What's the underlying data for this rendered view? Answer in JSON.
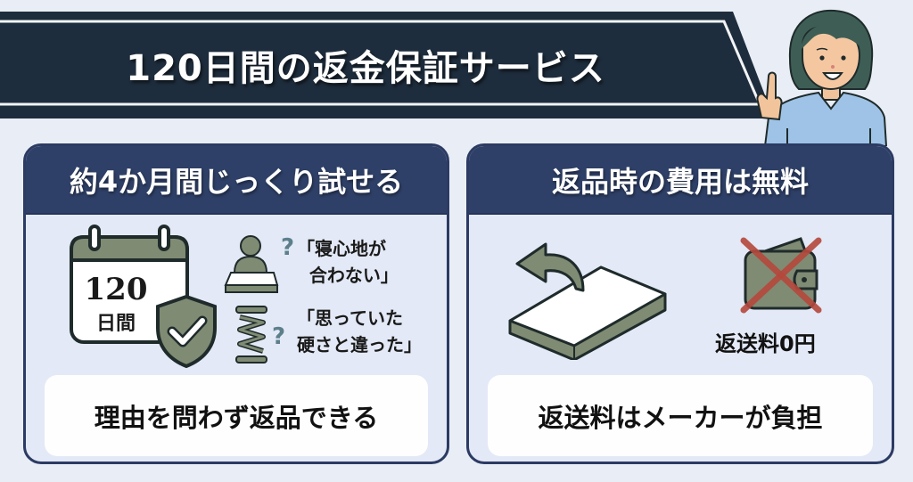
{
  "banner": {
    "title": "120日間の返金保証サービス",
    "colors": {
      "band": "#1e2d3d",
      "line": "#ffffff",
      "text": "#ffffff"
    }
  },
  "character": {
    "icon": "woman-pointing-up-icon",
    "shirt_color": "#9ec3e6",
    "hair_color": "#3e5e55"
  },
  "panels": [
    {
      "header": "約4か月間じっくり試せる",
      "calendar": {
        "icon": "calendar-icon",
        "number": "120",
        "unit": "日間"
      },
      "shield_icon": "shield-check-icon",
      "reasons": [
        {
          "icon": "person-on-mattress-question-icon",
          "text": "「寝心地が\n  合わない」"
        },
        {
          "icon": "spring-question-icon",
          "text": "「思っていた\n硬さと違った」"
        }
      ],
      "note": "理由を問わず返品できる"
    },
    {
      "header": "返品時の費用は無料",
      "return_icon": "mattress-return-arrow-icon",
      "wallet_icon": "wallet-crossed-out-icon",
      "free_label": "返送料0円",
      "note": "返送料はメーカーが負担"
    }
  ],
  "colors": {
    "background": "#e9eef6",
    "panel_header": "#2f4068",
    "panel_border": "#2c3b63",
    "panel_body": "#e3e9f6",
    "icon_fill": "#7f8b73",
    "icon_outline": "#1f2b2b",
    "question_mark": "#5d7f8c",
    "cross": "#b5483c"
  }
}
